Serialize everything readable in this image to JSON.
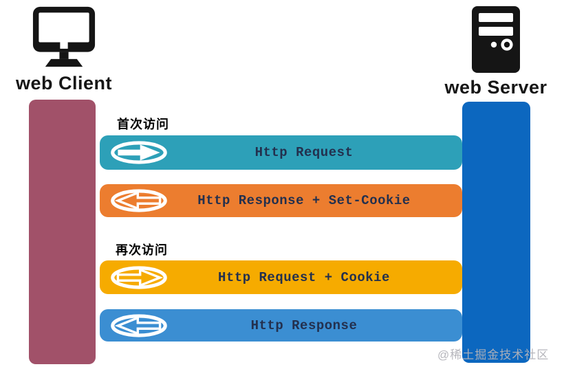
{
  "client": {
    "label": "web Client"
  },
  "server": {
    "label": "web Server"
  },
  "phases": [
    {
      "label": "首次访问"
    },
    {
      "label": "再次访问"
    }
  ],
  "messages": [
    {
      "text": "Http Request",
      "direction": "right"
    },
    {
      "text": "Http Response + Set-Cookie",
      "direction": "left"
    },
    {
      "text": "Http Request + Cookie",
      "direction": "right"
    },
    {
      "text": "Http Response",
      "direction": "left"
    }
  ],
  "watermark": "@稀土掘金技术社区",
  "colors": {
    "teal": "#2DA0B8",
    "orange": "#EC7D2F",
    "yellow": "#F6AB00",
    "light_blue": "#3B8ED2",
    "client_lifeline": "#A15169",
    "server_lifeline": "#0C67BF",
    "icon_black": "#151515"
  }
}
